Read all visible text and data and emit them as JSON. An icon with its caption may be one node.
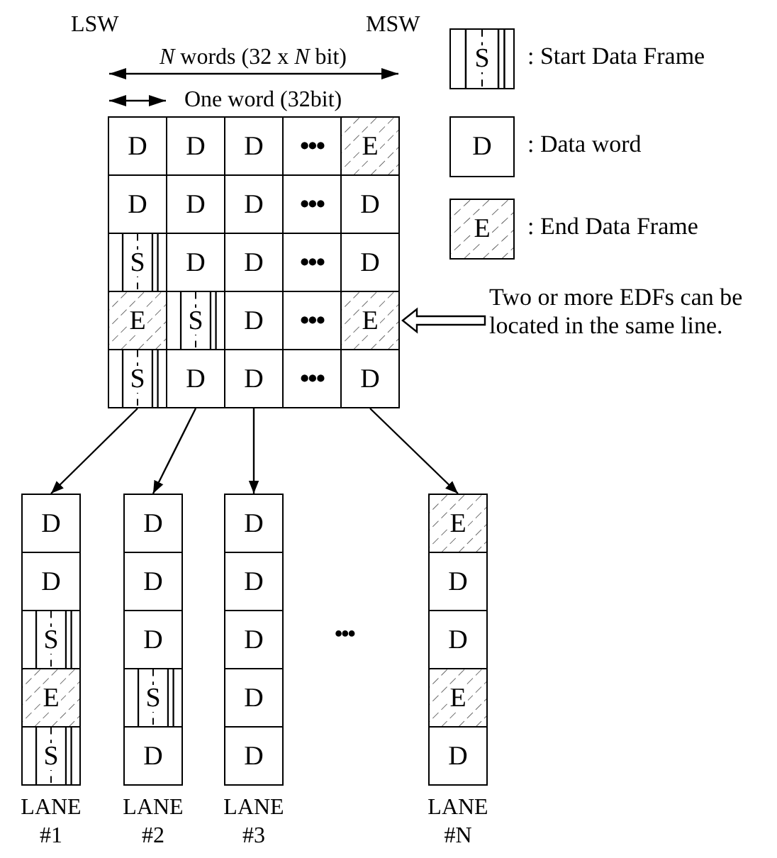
{
  "diagram": {
    "nodes": [
      {
        "text": [
          "D"
        ]
      },
      {
        "text": [
          "D"
        ]
      },
      {
        "text": [
          "D"
        ]
      },
      {
        "text": [
          "•••"
        ]
      },
      {
        "text": [
          "E"
        ]
      },
      {
        "text": [
          "D"
        ]
      },
      {
        "text": [
          "D"
        ]
      },
      {
        "text": [
          "D"
        ]
      },
      {
        "text": [
          "•••"
        ]
      },
      {
        "text": [
          "D"
        ]
      },
      {
        "text": [
          "S"
        ]
      },
      {
        "text": [
          "D"
        ]
      },
      {
        "text": [
          "D"
        ]
      },
      {
        "text": [
          "•••"
        ]
      },
      {
        "text": [
          "D"
        ]
      },
      {
        "text": [
          "E"
        ]
      },
      {
        "text": [
          "S"
        ]
      },
      {
        "text": [
          "D"
        ]
      },
      {
        "text": [
          "•••"
        ]
      },
      {
        "text": [
          "E"
        ]
      },
      {
        "text": [
          "S"
        ]
      },
      {
        "text": [
          "D"
        ]
      },
      {
        "text": [
          "D"
        ]
      },
      {
        "text": [
          "•••"
        ]
      },
      {
        "text": [
          "D"
        ]
      },
      {
        "text": [
          "S"
        ],
        "beside": [
          ": Start Data Frame"
        ]
      },
      {
        "text": [
          "D"
        ],
        "beside": [
          ": Data word"
        ]
      },
      {
        "text": [
          "E"
        ],
        "beside": [
          ": End Data Frame"
        ]
      },
      {
        "text": [
          "LANE #1"
        ]
      },
      {
        "text": [
          "D"
        ],
        "in": 28
      },
      {
        "text": [
          "D"
        ],
        "in": 28
      },
      {
        "text": [
          "S"
        ],
        "in": 28
      },
      {
        "text": [
          "E"
        ],
        "in": 28
      },
      {
        "text": [
          "S"
        ],
        "in": 28
      },
      {
        "text": [
          "LANE #2"
        ]
      },
      {
        "text": [
          "D"
        ],
        "in": 34
      },
      {
        "text": [
          "D"
        ],
        "in": 34
      },
      {
        "text": [
          "D"
        ],
        "in": 34
      },
      {
        "text": [
          "S"
        ],
        "in": 34
      },
      {
        "text": [
          "D"
        ],
        "in": 34
      },
      {
        "text": [
          "LANE #3"
        ]
      },
      {
        "text": [
          "D"
        ],
        "in": 40
      },
      {
        "text": [
          "D"
        ],
        "in": 40
      },
      {
        "text": [
          "D"
        ],
        "in": 40
      },
      {
        "text": [
          "D"
        ],
        "in": 40
      },
      {
        "text": [
          "D"
        ],
        "in": 40
      },
      {
        "text": [
          "LANE #N"
        ]
      },
      {
        "text": [
          "E"
        ],
        "in": 46
      },
      {
        "text": [
          "D"
        ],
        "in": 46
      },
      {
        "text": [
          "D"
        ],
        "in": 46
      },
      {
        "text": [
          "E"
        ],
        "in": 46
      },
      {
        "text": [
          "D"
        ],
        "in": 46
      },
      {
        "text": [
          "Two or more EDFs can be located in the same line."
        ]
      }
    ],
    "edges": [
      {
        "from": 20,
        "to": 28,
        "arrow": "to"
      },
      {
        "from": 21,
        "to": 34,
        "arrow": "to"
      },
      {
        "from": 22,
        "to": 40,
        "arrow": "to"
      },
      {
        "from": 24,
        "to": 46,
        "arrow": "to"
      },
      {
        "from": 52,
        "to": 19,
        "arrow": "to"
      }
    ],
    "labels": [
      "LSW",
      "MSW",
      "*N* words (32 x *N* bit)",
      "One word (32bit)",
      "•••"
    ]
  }
}
